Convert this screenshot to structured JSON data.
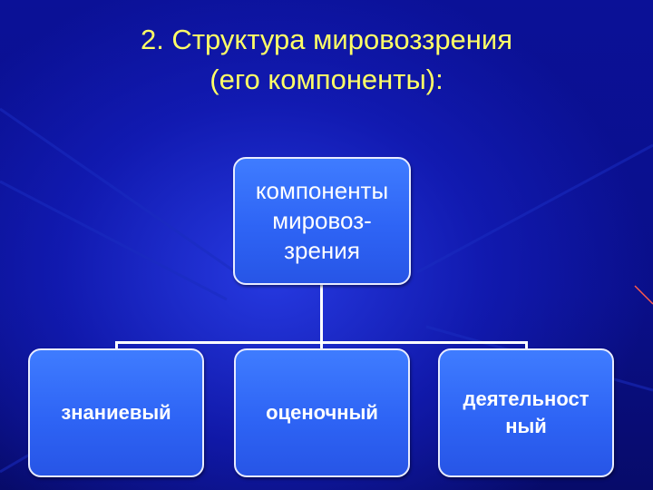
{
  "slide": {
    "title_line1": "2. Структура мировоззрения",
    "title_line2": "(его компоненты):"
  },
  "diagram": {
    "root": {
      "line1": "компоненты",
      "line2": "мировоз-",
      "line3": "зрения"
    },
    "children": [
      {
        "label": "знаниевый"
      },
      {
        "label": "оценочный"
      },
      {
        "line1": "деятельност",
        "line2": "ный"
      }
    ]
  },
  "colors": {
    "background": "#0a0f8c",
    "title": "#ffff66",
    "box_fill": "#3366ff",
    "box_border": "#e8ecff",
    "connector": "#ffffff"
  }
}
